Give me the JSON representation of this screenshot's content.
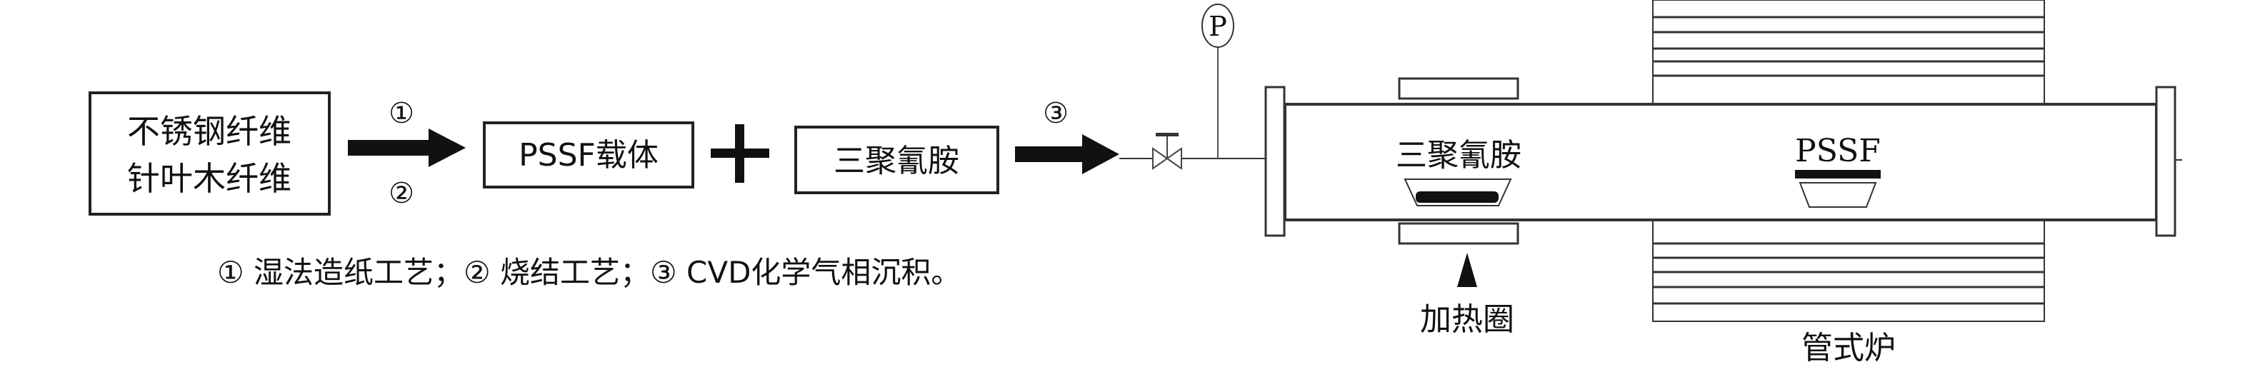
{
  "materials_box": {
    "line1": "不锈钢纤维",
    "line2": "针叶木纤维"
  },
  "step_markers": {
    "step1": "①",
    "step2": "②",
    "step3": "③"
  },
  "carrier_box": "PSSF载体",
  "plus_sign": "+",
  "precursor_box": "三聚氰胺",
  "pressure_gauge": "P",
  "tube_labels": {
    "precursor": "三聚氰胺",
    "substrate": "PSSF"
  },
  "heating_coil_label": "加热圈",
  "furnace_label": "管式炉",
  "caption": "① 湿法造纸工艺；② 烧结工艺；③ CVD化学气相沉积。",
  "colors": {
    "stroke": "#222222",
    "fill": "#111111"
  }
}
